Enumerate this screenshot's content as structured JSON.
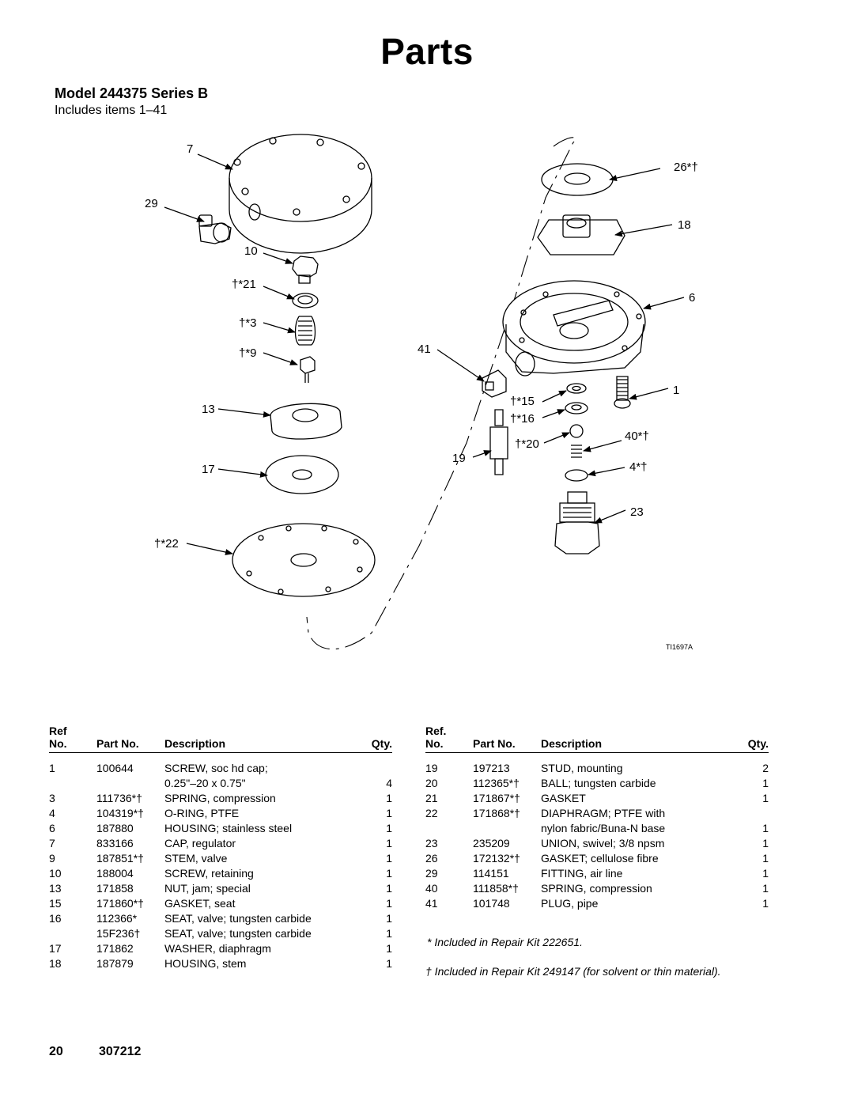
{
  "page_title": "Parts",
  "model_heading": "Model 244375 Series B",
  "includes_text": "Includes items 1–41",
  "diagram": {
    "figure_id": "TI1697A",
    "callouts": {
      "c7": "7",
      "c29": "29",
      "c10": "10",
      "c21": "†*21",
      "c3": "†*3",
      "c9": "†*9",
      "c13": "13",
      "c17": "17",
      "c22": "†*22",
      "c26": "26*†",
      "c18": "18",
      "c6": "6",
      "c41": "41",
      "c1": "1",
      "c15": "†*15",
      "c16": "†*16",
      "c20": "†*20",
      "c40": "40*†",
      "c19": "19",
      "c4": "4*†",
      "c23": "23"
    }
  },
  "table": {
    "headers": {
      "ref": "Ref",
      "ref_right": "Ref.",
      "no": "No.",
      "part_no": "Part No.",
      "description": "Description",
      "qty": "Qty."
    },
    "left_rows": [
      {
        "ref": "1",
        "part": "100644",
        "desc": "SCREW, soc hd cap;",
        "qty": ""
      },
      {
        "ref": "",
        "part": "",
        "desc": "0.25\"–20 x 0.75\"",
        "qty": "4"
      },
      {
        "ref": "3",
        "part": "111736*†",
        "desc": "SPRING, compression",
        "qty": "1"
      },
      {
        "ref": "4",
        "part": "104319*†",
        "desc": "O-RING, PTFE",
        "qty": "1"
      },
      {
        "ref": "6",
        "part": "187880",
        "desc": "HOUSING; stainless steel",
        "qty": "1"
      },
      {
        "ref": "7",
        "part": "833166",
        "desc": "CAP, regulator",
        "qty": "1"
      },
      {
        "ref": "9",
        "part": "187851*†",
        "desc": "STEM, valve",
        "qty": "1"
      },
      {
        "ref": "10",
        "part": "188004",
        "desc": "SCREW, retaining",
        "qty": "1"
      },
      {
        "ref": "13",
        "part": "171858",
        "desc": "NUT, jam; special",
        "qty": "1"
      },
      {
        "ref": "15",
        "part": "171860*†",
        "desc": "GASKET, seat",
        "qty": "1"
      },
      {
        "ref": "16",
        "part": "112366*",
        "desc": "SEAT, valve; tungsten carbide",
        "qty": "1"
      },
      {
        "ref": "",
        "part": "15F236†",
        "desc": "SEAT, valve; tungsten carbide",
        "qty": "1"
      },
      {
        "ref": "17",
        "part": "171862",
        "desc": "WASHER, diaphragm",
        "qty": "1"
      },
      {
        "ref": "18",
        "part": "187879",
        "desc": "HOUSING, stem",
        "qty": "1"
      }
    ],
    "right_rows": [
      {
        "ref": "19",
        "part": "197213",
        "desc": "STUD, mounting",
        "qty": "2"
      },
      {
        "ref": "20",
        "part": "112365*†",
        "desc": "BALL; tungsten carbide",
        "qty": "1"
      },
      {
        "ref": "21",
        "part": "171867*†",
        "desc": "GASKET",
        "qty": "1"
      },
      {
        "ref": "22",
        "part": "171868*†",
        "desc": "DIAPHRAGM; PTFE   with",
        "qty": ""
      },
      {
        "ref": "",
        "part": "",
        "desc": "nylon fabric/Buna-N base",
        "qty": "1"
      },
      {
        "ref": "23",
        "part": "235209",
        "desc": "UNION, swivel; 3/8 npsm",
        "qty": "1"
      },
      {
        "ref": "26",
        "part": "172132*†",
        "desc": "GASKET; cellulose fibre",
        "qty": "1"
      },
      {
        "ref": "29",
        "part": "114151",
        "desc": "FITTING, air line",
        "qty": "1"
      },
      {
        "ref": "40",
        "part": "111858*†",
        "desc": "SPRING, compression",
        "qty": "1"
      },
      {
        "ref": "41",
        "part": "101748",
        "desc": "PLUG, pipe",
        "qty": "1"
      }
    ]
  },
  "notes": {
    "repair_kit_1": "* Included in Repair Kit 222651.",
    "repair_kit_2": "† Included in Repair Kit 249147 (for solvent or thin material)."
  },
  "footer": {
    "page_number": "20",
    "doc_number": "307212"
  }
}
